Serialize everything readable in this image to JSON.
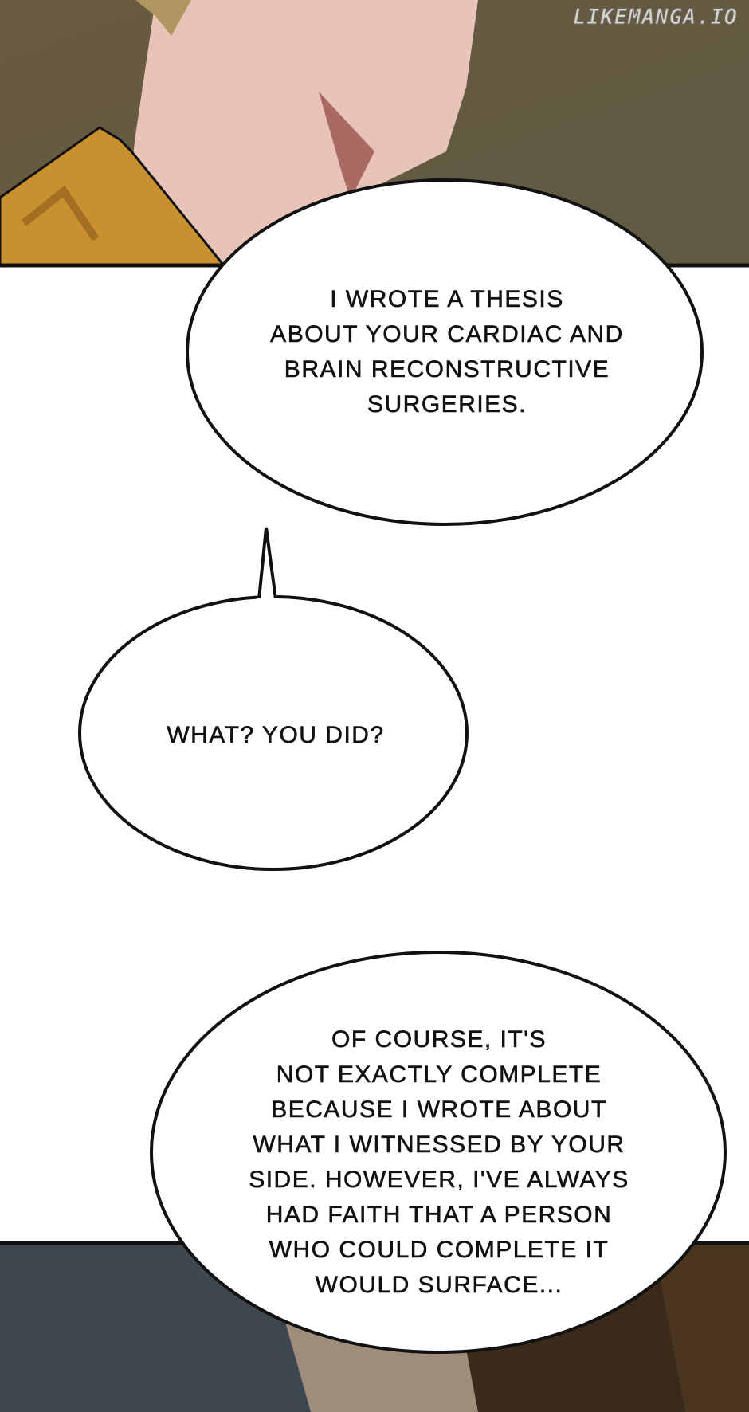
{
  "watermark": "LIKEMANGA.IO",
  "bubbles": [
    {
      "lines": [
        "I WROTE A THESIS",
        "ABOUT YOUR CARDIAC AND",
        "BRAIN RECONSTRUCTIVE",
        "SURGERIES."
      ]
    },
    {
      "lines": [
        "WHAT? YOU DID?"
      ]
    },
    {
      "lines": [
        "OF COURSE, IT'S",
        "NOT EXACTLY COMPLETE",
        "BECAUSE I WROTE ABOUT",
        "WHAT I WITNESSED BY YOUR",
        "SIDE. HOWEVER, I'VE ALWAYS",
        "HAD FAITH THAT A PERSON",
        "WHO COULD COMPLETE IT",
        "WOULD SURFACE..."
      ]
    }
  ],
  "colors": {
    "top_bg": "#6e6048",
    "skin": "#e8c4b8",
    "shirt": "#c8902e",
    "bottom_left": "#3e4750",
    "bottom_mid": "#a08c7a",
    "bottom_right": "#3a2a1a"
  }
}
